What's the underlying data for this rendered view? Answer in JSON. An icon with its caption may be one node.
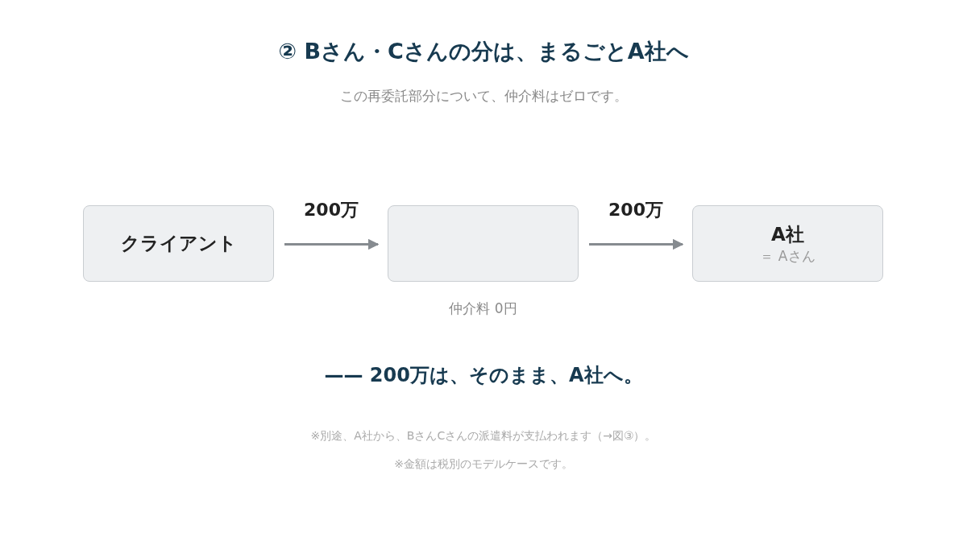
{
  "diagram": {
    "title": "② Bさん・Cさんの分は、まるごとA社へ",
    "caption": "この再委託部分について、仲介料はゼロです。",
    "nodes": [
      {
        "text": [
          "クライアント"
        ]
      },
      {
        "text": [],
        "shape": "box",
        "beside": [
          "仲介料 0円"
        ]
      },
      {
        "text": [
          "A社",
          "＝ Aさん"
        ]
      }
    ],
    "edges": [
      {
        "from": 0,
        "to": 1,
        "arrow": "to",
        "label": "200万"
      },
      {
        "from": 1,
        "to": 2,
        "arrow": "to",
        "label": "200万"
      }
    ],
    "labels": [
      "—— 200万は、そのまま、A社へ。",
      "※別途、A社から、BさんCさんの派遣料が支払われます（→図③）。",
      "※金額は税別のモデルケースです。"
    ]
  }
}
